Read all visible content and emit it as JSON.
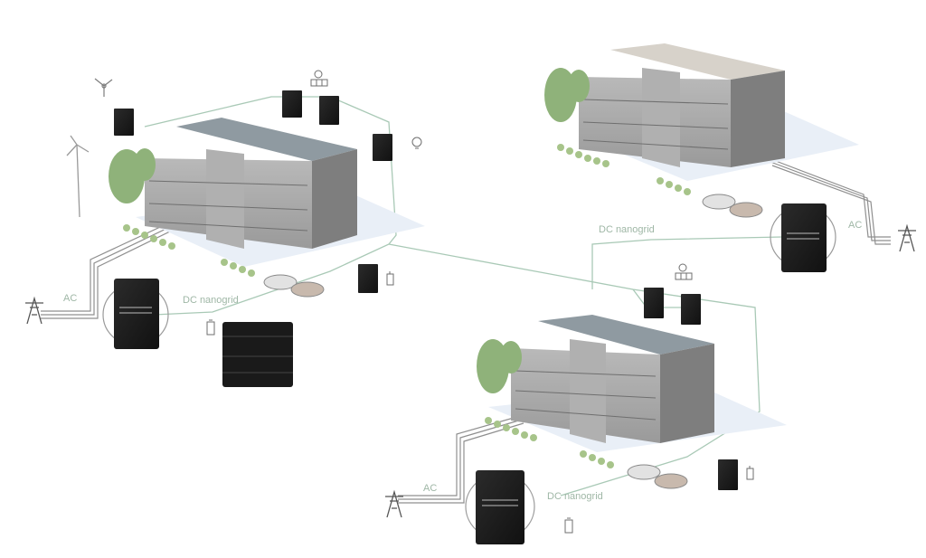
{
  "labels": {
    "left_ac": "AC",
    "left_dc": "DC nanogrid",
    "top_right_ac": "AC",
    "top_right_dc": "DC nanogrid",
    "bottom_ac": "AC",
    "bottom_dc": "DC nanogrid"
  },
  "colors": {
    "dc_line": "#a9c9b6",
    "ac_line": "#8f8f8f",
    "device": "#1b1b1b",
    "building_wall": "#a7a7a7",
    "building_roof": "#8f9aa1",
    "tree": "#8fb27a",
    "ground_shadow": "#e6edf6"
  },
  "icons": [
    "wind-turbine-icon",
    "solar-panel-icon",
    "power-pylon-icon",
    "battery-icon",
    "ev-charger-icon",
    "car-icon",
    "bulb-icon"
  ]
}
